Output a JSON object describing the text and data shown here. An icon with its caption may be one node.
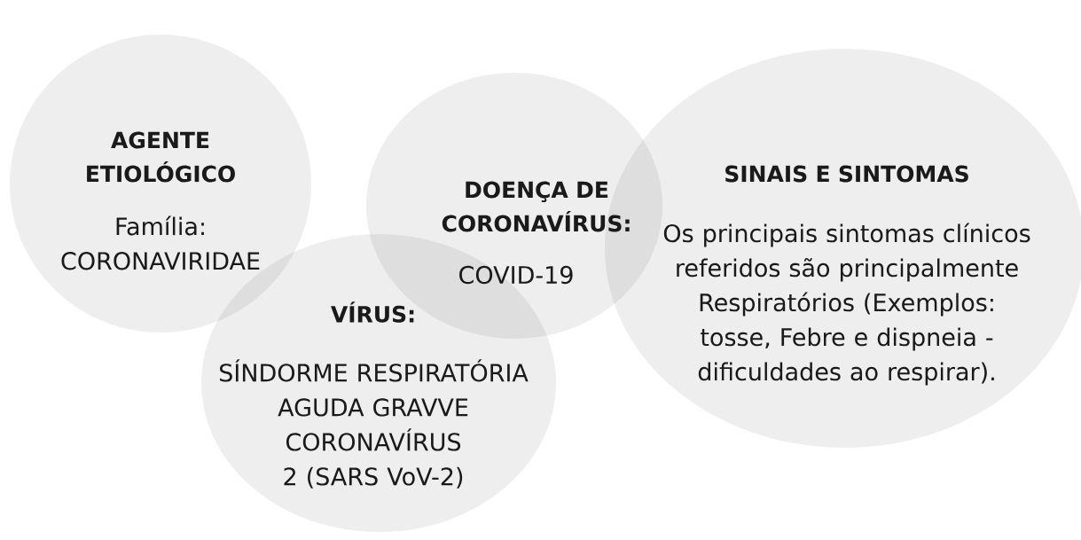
{
  "diagram": {
    "nodes": [
      {
        "text": [
          "AGENTE ETIOLÓGICO",
          "Família: CORONAVIRIDAE"
        ]
      },
      {
        "text": [
          "DOENÇA DE CORONAVÍRUS:",
          "COVID-19"
        ]
      },
      {
        "text": [
          "VÍRUS:",
          "SÍNDORME RESPIRATÓRIA AGUDA GRAVVE CORONAVÍRUS 2 (SARS VoV-2)"
        ]
      },
      {
        "text": [
          "SINAIS E SINTOMAS",
          "Os principais sintomas clínicos referidos são principalmente Respiratórios (Exemplos: tosse, Febre e dispneia - dificuldades ao respirar)."
        ]
      }
    ]
  }
}
